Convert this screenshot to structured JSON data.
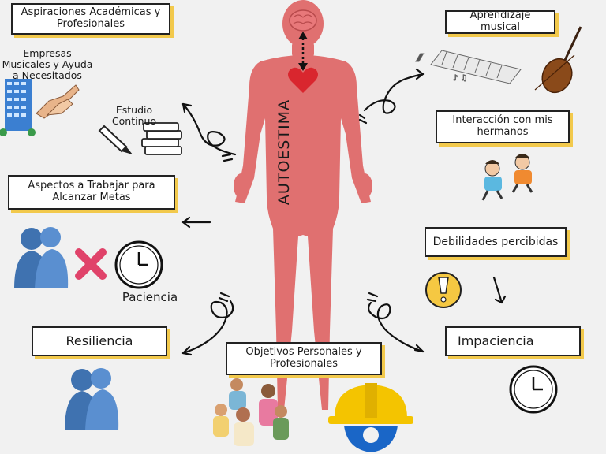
{
  "center": {
    "label": "AUTOESTIMA"
  },
  "left": {
    "aspiraciones": "Aspiraciones Académicas y Profesionales",
    "empresas": "Empresas Musicales y Ayuda a Necesitados",
    "estudio": "Estudio Continuo",
    "aspectos": "Aspectos a Trabajar para Alcanzar Metas",
    "paciencia": "Paciencia",
    "resiliencia": "Resiliencia"
  },
  "bottom": {
    "objetivos": "Objetivos Personales y Profesionales"
  },
  "right": {
    "aprendizaje": "Aprendizaje musical",
    "interaccion": "Interacción con mis hermanos",
    "debilidades": "Debilidades percibidas",
    "impaciencia": "Impaciencia"
  },
  "colors": {
    "body": "#e07070",
    "heart": "#d9262e",
    "brain": "#e8787a",
    "accent_shadow": "#f2c94c",
    "blue_people": "#3f72b0",
    "red_x": "#e0436a",
    "exclaim_yellow": "#f5c842",
    "helmet": "#f4c400",
    "gear": "#1a66c7"
  }
}
